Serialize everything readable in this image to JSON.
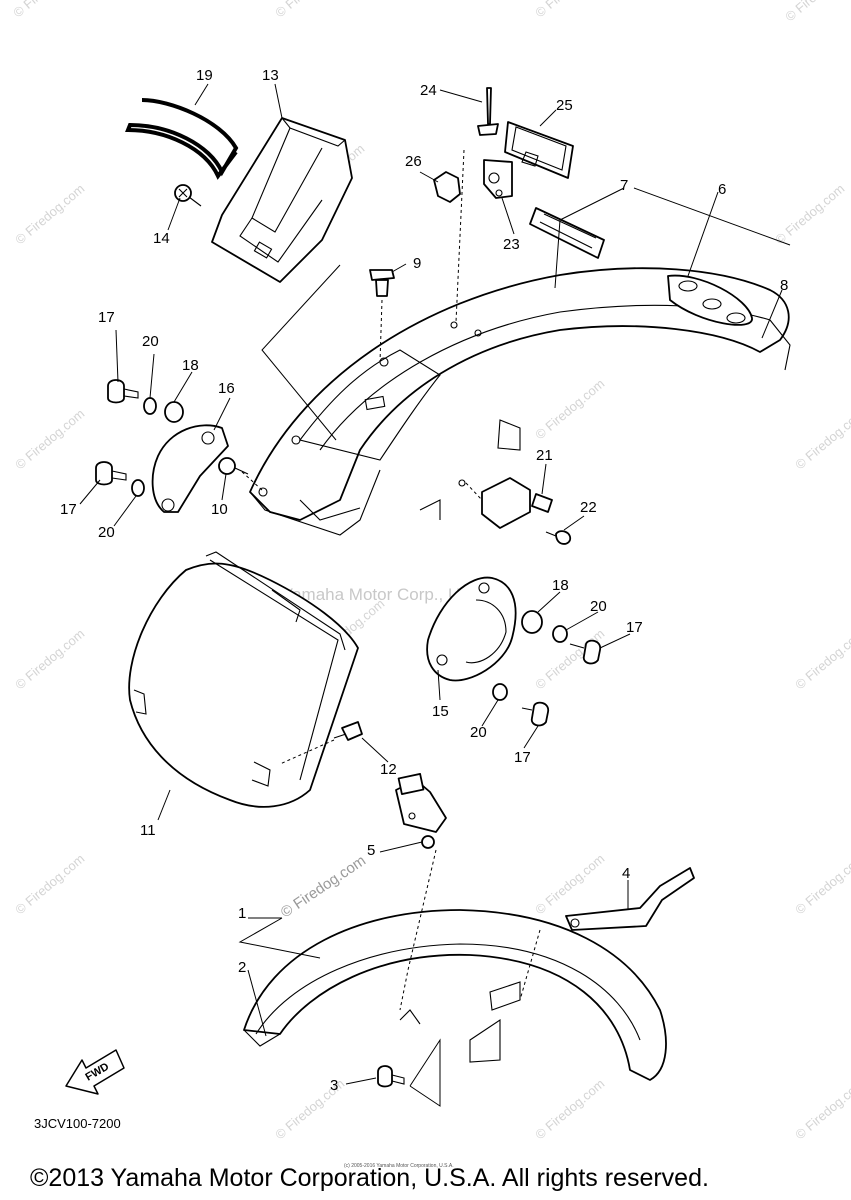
{
  "diagram": {
    "callouts": [
      "1",
      "2",
      "3",
      "4",
      "5",
      "6",
      "7",
      "8",
      "9",
      "10",
      "11",
      "12",
      "13",
      "14",
      "15",
      "16",
      "17",
      "18",
      "19",
      "20",
      "21",
      "22",
      "23",
      "24",
      "25",
      "26"
    ],
    "center_watermark": "Yamaha Motor Corp., U.S.A.",
    "fender_watermark": "© Firedog.com",
    "edge_watermark": "© Firedog.com",
    "diagram_code": "3JCV100-7200",
    "fwd_label": "FWD",
    "copyright": "©2013 Yamaha Motor Corporation, U.S.A. All rights reserved.",
    "tiny_note": "(c) 2005-2016 Yamaha Motor Corporation, U.S.A."
  }
}
